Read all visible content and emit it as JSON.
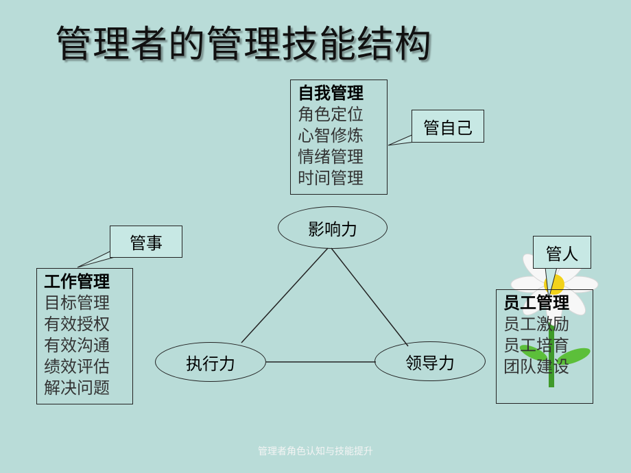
{
  "title": "管理者的管理技能结构",
  "self_box": {
    "heading": "自我管理",
    "items": [
      "角色定位",
      "心智修炼",
      "情绪管理",
      "时间管理"
    ]
  },
  "work_box": {
    "heading": "工作管理",
    "items": [
      "目标管理",
      "有效授权",
      "有效沟通",
      "绩效评估",
      "解决问题"
    ]
  },
  "staff_box": {
    "heading": "员工管理",
    "items": [
      "员工激励",
      "员工培育",
      "团队建设"
    ]
  },
  "nodes": {
    "influence": "影响力",
    "execution": "执行力",
    "leadership": "领导力"
  },
  "callouts": {
    "manage_self": "管自己",
    "manage_affairs": "管事",
    "manage_people": "管人"
  },
  "footer": "管理者角色认知与技能提升"
}
